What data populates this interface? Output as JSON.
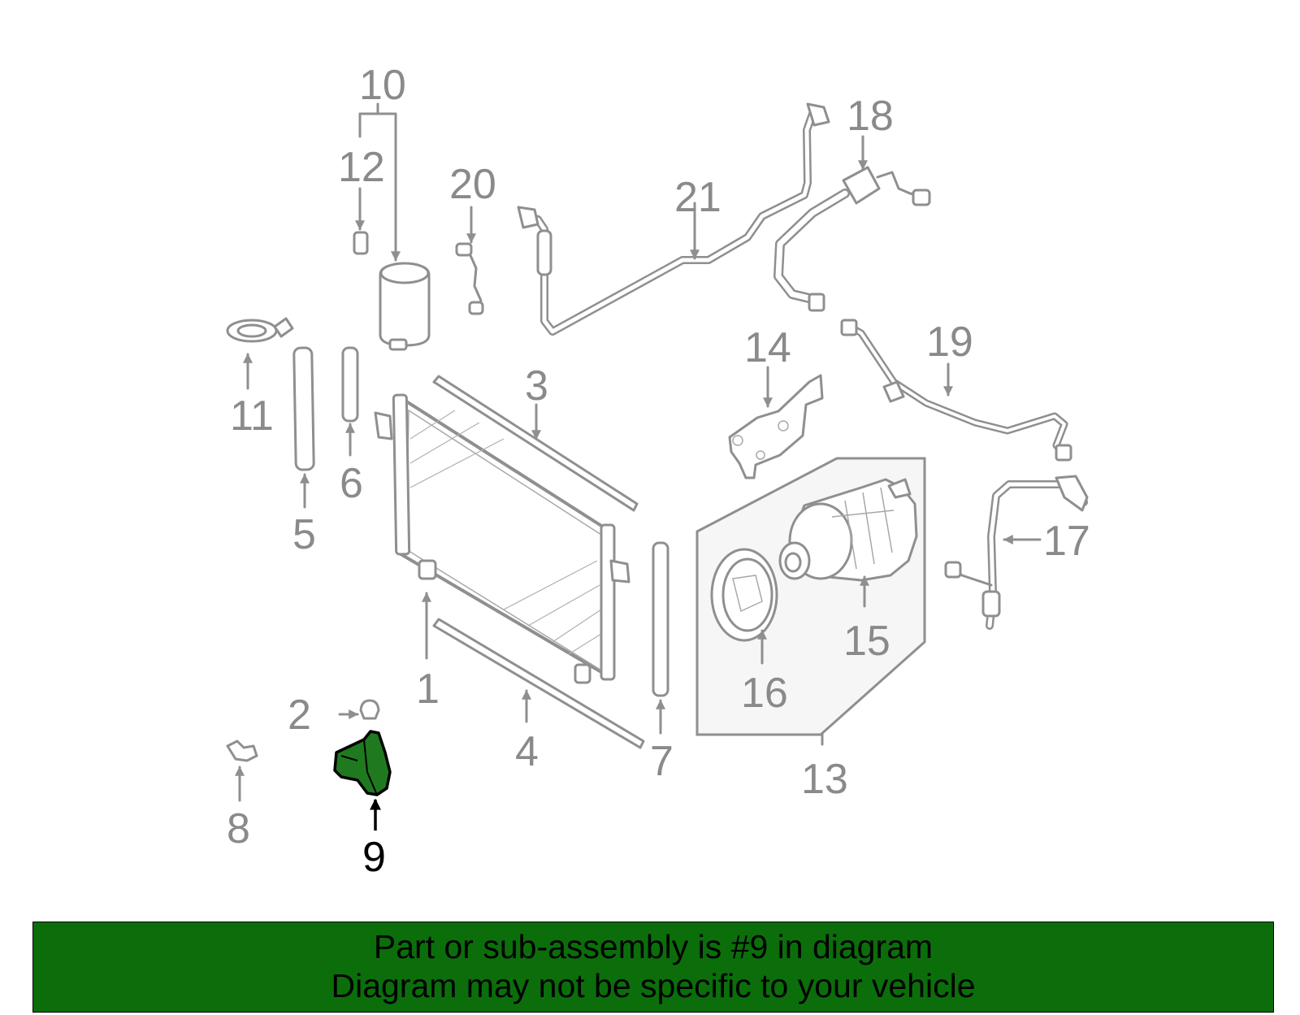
{
  "colors": {
    "banner_bg": "#0b6e0b",
    "highlight_part": "#1f7a1f",
    "callout_text": "#8a8a8a",
    "highlight_text": "#000000"
  },
  "highlighted_part": "9",
  "callouts": {
    "c1": "1",
    "c2": "2",
    "c3": "3",
    "c4": "4",
    "c5": "5",
    "c6": "6",
    "c7": "7",
    "c8": "8",
    "c9": "9",
    "c10": "10",
    "c11": "11",
    "c12": "12",
    "c13": "13",
    "c14": "14",
    "c15": "15",
    "c16": "16",
    "c17": "17",
    "c18": "18",
    "c19": "19",
    "c20": "20",
    "c21": "21"
  },
  "banner": {
    "line1": "Part or sub-assembly is #9 in diagram",
    "line2": "Diagram may not be specific to your vehicle"
  }
}
